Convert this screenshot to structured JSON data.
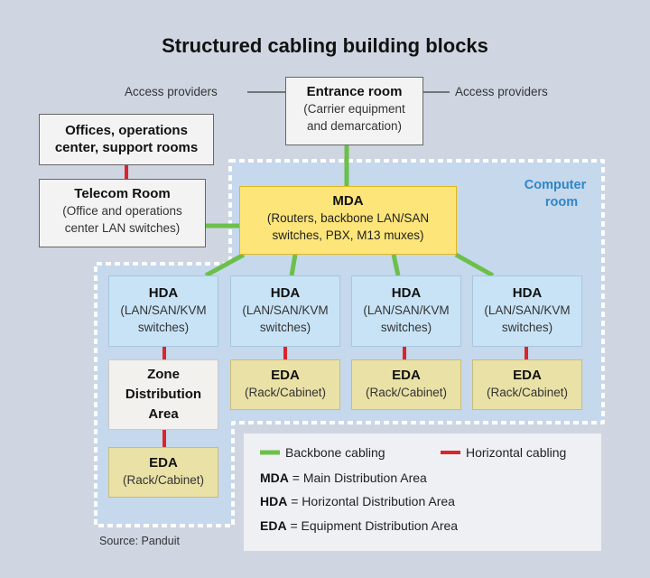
{
  "title": "Structured cabling building blocks",
  "access_left": "Access providers",
  "access_right": "Access providers",
  "entrance": {
    "title": "Entrance room",
    "line1": "(Carrier equipment",
    "line2": "and demarcation)"
  },
  "offices": {
    "line1": "Offices, operations",
    "line2": "center, support rooms"
  },
  "telecom": {
    "title": "Telecom Room",
    "line1": "(Office and operations",
    "line2": "center LAN switches)"
  },
  "computer_room": {
    "line1": "Computer",
    "line2": "room"
  },
  "mda": {
    "title": "MDA",
    "line1": "(Routers, backbone LAN/SAN",
    "line2": "switches, PBX, M13 muxes)"
  },
  "hda": [
    {
      "title": "HDA",
      "line1": "(LAN/SAN/KVM",
      "line2": "switches)"
    },
    {
      "title": "HDA",
      "line1": "(LAN/SAN/KVM",
      "line2": "switches)"
    },
    {
      "title": "HDA",
      "line1": "(LAN/SAN/KVM",
      "line2": "switches)"
    },
    {
      "title": "HDA",
      "line1": "(LAN/SAN/KVM",
      "line2": "switches)"
    }
  ],
  "zone": {
    "line1": "Zone",
    "line2": "Distribution",
    "line3": "Area"
  },
  "eda": [
    {
      "title": "EDA",
      "sub": "(Rack/Cabinet)"
    },
    {
      "title": "EDA",
      "sub": "(Rack/Cabinet)"
    },
    {
      "title": "EDA",
      "sub": "(Rack/Cabinet)"
    },
    {
      "title": "EDA",
      "sub": "(Rack/Cabinet)"
    }
  ],
  "legend": {
    "backbone": "Backbone cabling",
    "horizontal": "Horizontal cabling",
    "mda_abbr": "MDA",
    "mda_def": " = Main Distribution Area",
    "hda_abbr": "HDA",
    "hda_def": " = Horizontal Distribution Area",
    "eda_abbr": "EDA",
    "eda_def": " = Equipment Distribution Area"
  },
  "source": "Source: Panduit",
  "colors": {
    "backbone": "#6cc04a",
    "horizontal": "#d8262c",
    "room_border": "#ffffff",
    "room_label": "#2f86c8"
  }
}
